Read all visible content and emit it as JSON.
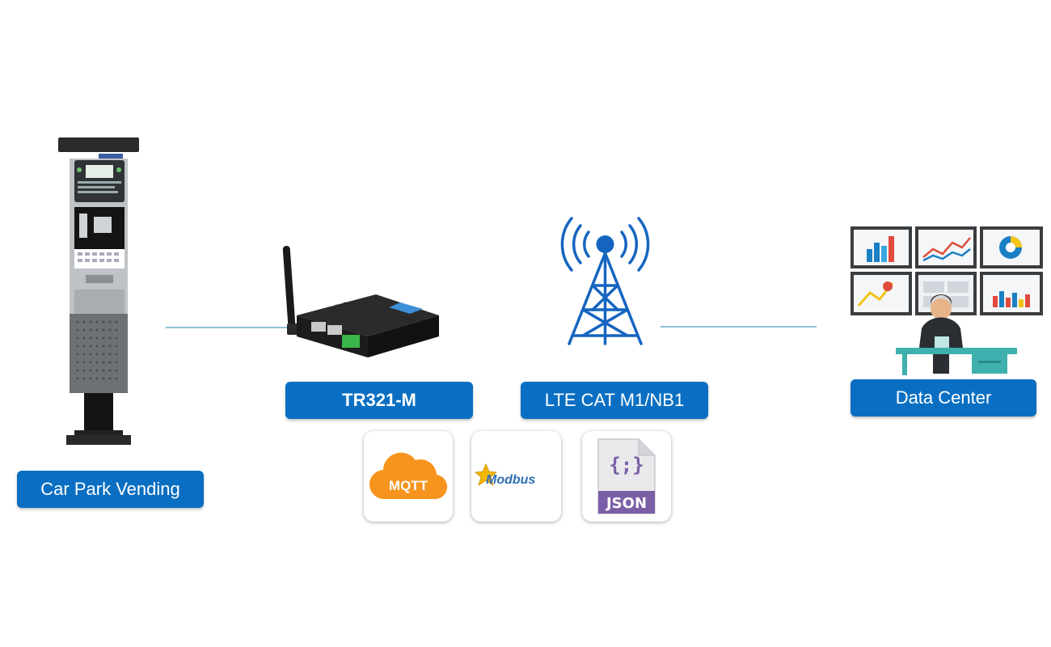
{
  "nodes": {
    "vending": {
      "label": "Car Park Vending",
      "icon": "parking-vending-machine-icon"
    },
    "router": {
      "label": "TR321-M",
      "icon": "cellular-router-icon"
    },
    "network": {
      "label": "LTE CAT M1/NB1",
      "icon": "cell-tower-icon"
    },
    "datacenter": {
      "label": "Data Center",
      "icon": "data-center-operator-icon"
    }
  },
  "protocols": [
    {
      "name": "MQTT",
      "icon": "mqtt-cloud-icon",
      "color": "#f7941d"
    },
    {
      "name": "Modbus",
      "icon": "modbus-logo-icon",
      "color": "#2e6fb5"
    },
    {
      "name": "JSON",
      "braces": "{;}",
      "icon": "json-file-icon",
      "color": "#7b5fa6"
    }
  ],
  "colors": {
    "accent": "#0a6fc2",
    "tower": "#1565c0",
    "connector": "#8fc2d6"
  }
}
